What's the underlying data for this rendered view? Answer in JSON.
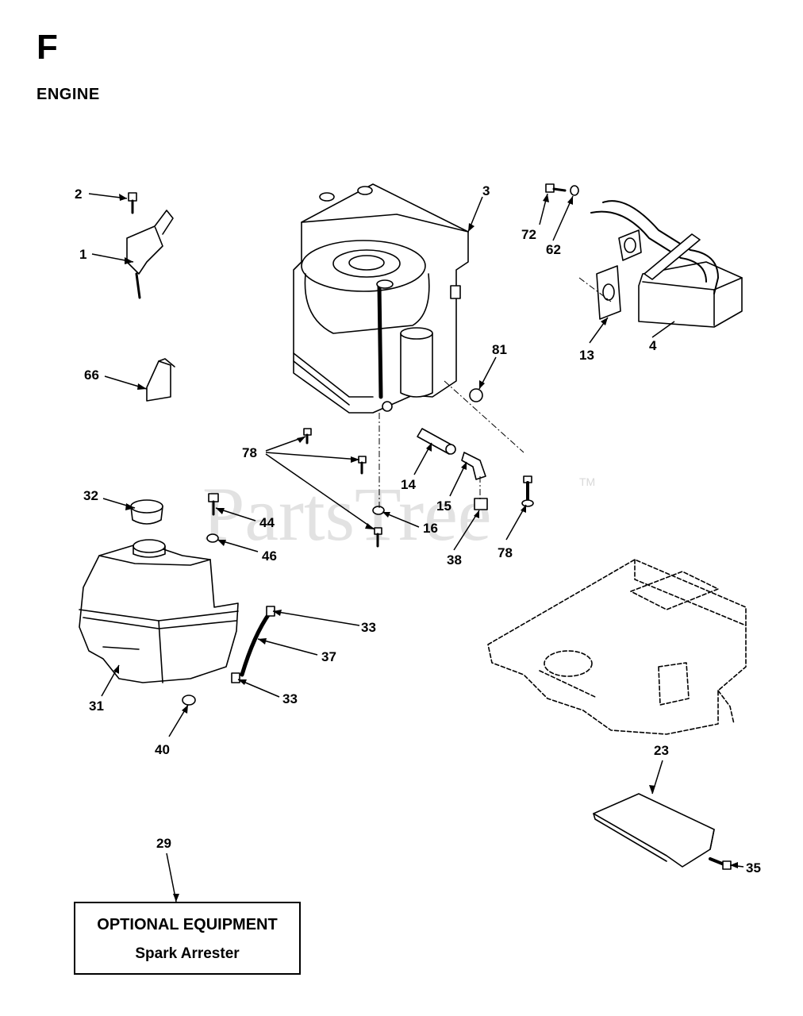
{
  "header": {
    "section_letter": "F",
    "section_title": "ENGINE"
  },
  "watermark": {
    "text": "PartsTree",
    "tm": "TM"
  },
  "callouts": [
    {
      "id": "c-2",
      "label": "2"
    },
    {
      "id": "c-1",
      "label": "1"
    },
    {
      "id": "c-66",
      "label": "66"
    },
    {
      "id": "c-3",
      "label": "3"
    },
    {
      "id": "c-72",
      "label": "72"
    },
    {
      "id": "c-62",
      "label": "62"
    },
    {
      "id": "c-13",
      "label": "13"
    },
    {
      "id": "c-4",
      "label": "4"
    },
    {
      "id": "c-81",
      "label": "81"
    },
    {
      "id": "c-78a",
      "label": "78"
    },
    {
      "id": "c-14",
      "label": "14"
    },
    {
      "id": "c-15",
      "label": "15"
    },
    {
      "id": "c-16",
      "label": "16"
    },
    {
      "id": "c-38",
      "label": "38"
    },
    {
      "id": "c-78b",
      "label": "78"
    },
    {
      "id": "c-32",
      "label": "32"
    },
    {
      "id": "c-44",
      "label": "44"
    },
    {
      "id": "c-46",
      "label": "46"
    },
    {
      "id": "c-33a",
      "label": "33"
    },
    {
      "id": "c-37",
      "label": "37"
    },
    {
      "id": "c-33b",
      "label": "33"
    },
    {
      "id": "c-31",
      "label": "31"
    },
    {
      "id": "c-40",
      "label": "40"
    },
    {
      "id": "c-23",
      "label": "23"
    },
    {
      "id": "c-35",
      "label": "35"
    },
    {
      "id": "c-29",
      "label": "29"
    }
  ],
  "optional_box": {
    "title": "OPTIONAL EQUIPMENT",
    "subtitle": "Spark Arrester"
  }
}
